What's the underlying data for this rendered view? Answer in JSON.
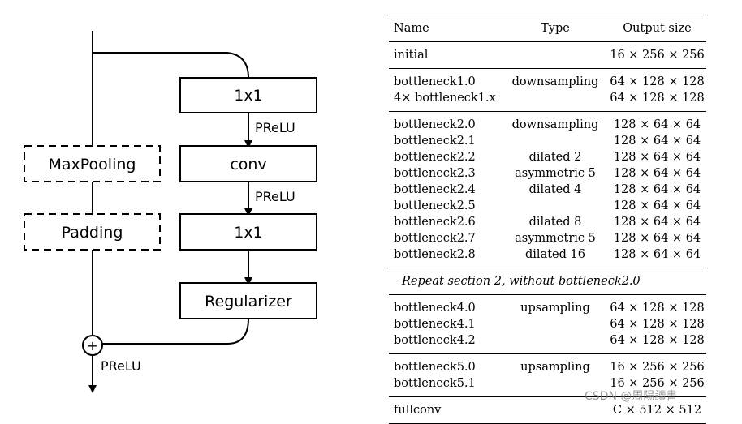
{
  "diagram": {
    "blocks": {
      "conv1x1_top": "1x1",
      "conv": "conv",
      "conv1x1_bottom": "1x1",
      "regularizer": "Regularizer",
      "maxpooling": "MaxPooling",
      "padding": "Padding"
    },
    "activations": {
      "after_first_1x1": "PReLU",
      "after_conv": "PReLU",
      "after_merge": "PReLU"
    },
    "merge_symbol": "+"
  },
  "table": {
    "headers": {
      "name": "Name",
      "type": "Type",
      "output": "Output size"
    },
    "groups": [
      [
        {
          "name": "initial",
          "type": "",
          "output": "16 × 256 × 256"
        }
      ],
      [
        {
          "name": "bottleneck1.0",
          "type": "downsampling",
          "output": "64 × 128 × 128"
        },
        {
          "name": "4× bottleneck1.x",
          "type": "",
          "output": "64 × 128 × 128"
        }
      ],
      [
        {
          "name": "bottleneck2.0",
          "type": "downsampling",
          "output": "128 × 64 × 64"
        },
        {
          "name": "bottleneck2.1",
          "type": "",
          "output": "128 × 64 × 64"
        },
        {
          "name": "bottleneck2.2",
          "type": "dilated 2",
          "output": "128 × 64 × 64"
        },
        {
          "name": "bottleneck2.3",
          "type": "asymmetric 5",
          "output": "128 × 64 × 64"
        },
        {
          "name": "bottleneck2.4",
          "type": "dilated 4",
          "output": "128 × 64 × 64"
        },
        {
          "name": "bottleneck2.5",
          "type": "",
          "output": "128 × 64 × 64"
        },
        {
          "name": "bottleneck2.6",
          "type": "dilated 8",
          "output": "128 × 64 × 64"
        },
        {
          "name": "bottleneck2.7",
          "type": "asymmetric 5",
          "output": "128 × 64 × 64"
        },
        {
          "name": "bottleneck2.8",
          "type": "dilated 16",
          "output": "128 × 64 × 64"
        }
      ]
    ],
    "repeat_note": "Repeat section 2, without bottleneck2.0",
    "groups_after": [
      [
        {
          "name": "bottleneck4.0",
          "type": "upsampling",
          "output": "64 × 128 × 128"
        },
        {
          "name": "bottleneck4.1",
          "type": "",
          "output": "64 × 128 × 128"
        },
        {
          "name": "bottleneck4.2",
          "type": "",
          "output": "64 × 128 × 128"
        }
      ],
      [
        {
          "name": "bottleneck5.0",
          "type": "upsampling",
          "output": "16 × 256 × 256"
        },
        {
          "name": "bottleneck5.1",
          "type": "",
          "output": "16 × 256 × 256"
        }
      ],
      [
        {
          "name": "fullconv",
          "type": "",
          "output": "C × 512 × 512"
        }
      ]
    ]
  },
  "watermark": "CSDN @周陽讀書"
}
